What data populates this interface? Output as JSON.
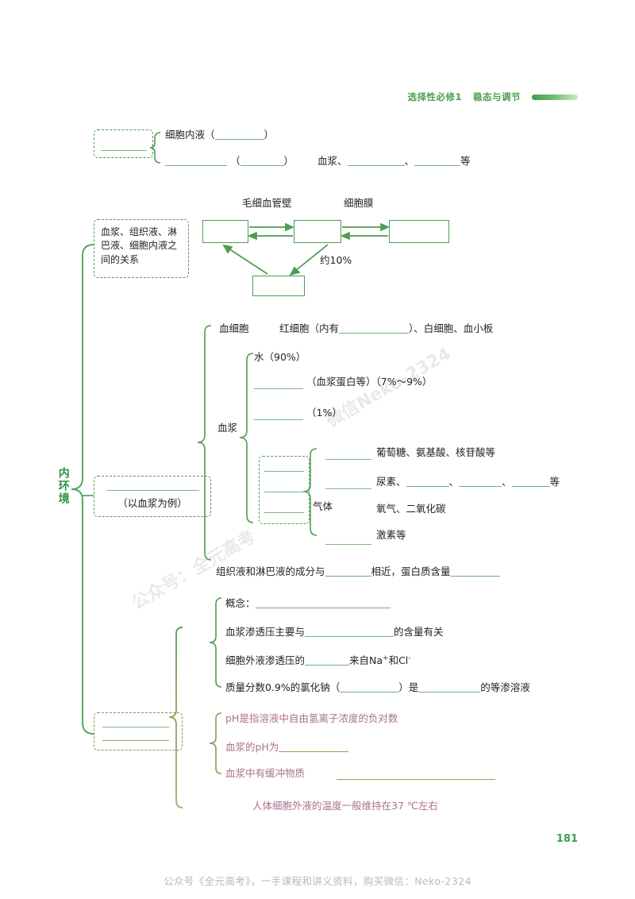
{
  "header": {
    "course": "选择性必修1",
    "unit": "稳态与调节"
  },
  "page_number": "181",
  "footer": "公众号《全元高考》，一手课程和讲义资料，购买微信：Neko-2324",
  "watermarks": [
    "微信Neko-2324",
    "公众号：全元高考"
  ],
  "root_label": "内环境",
  "section1": {
    "box_note": "",
    "line1_prefix": "细胞内液（",
    "line1_suffix": "）",
    "line2_mid_open": "（",
    "line2_mid_close": "）",
    "line2_items_prefix": "血浆、",
    "line2_sep": "、",
    "line2_suffix": "等"
  },
  "section2": {
    "label": "血浆、组织液、淋巴液、细胞内液之间的关系",
    "cap_wall": "毛细血管壁",
    "cell_membrane": "细胞膜",
    "percent": "约10%",
    "boxes": [
      "",
      "",
      "",
      ""
    ]
  },
  "section3": {
    "label": "（以血浆为例）",
    "blood_cells_label": "血细胞",
    "blood_cells_text_a": "红细胞（内有",
    "blood_cells_text_b": "）、白细胞、血小板",
    "plasma_label": "血浆",
    "water": "水（90%）",
    "protein_note": "（血浆蛋白等）（7%～9%）",
    "other_note": "（1%）",
    "comp1": "葡萄糖、氨基酸、核苷酸等",
    "comp2_prefix": "尿素、",
    "comp2_sep": "、",
    "comp2_suffix": "等",
    "gas_label": "气体",
    "gas_text": "氧气、二氧化碳",
    "hormone": "激素等",
    "compare_a": "组织液和淋巴液的成分与",
    "compare_b": "相近，蛋白质含量"
  },
  "section4": {
    "concept_label": "概念：",
    "osmotic_a": "血浆渗透压主要与",
    "osmotic_b": "的含量有关",
    "extracell_a": "细胞外液渗透压的",
    "extracell_b": "来自Na",
    "extracell_b_sup": "+",
    "extracell_c": "和Cl",
    "extracell_c_sup": "-",
    "saline_a": "质量分数0.9%的氯化钠（",
    "saline_b": "）是",
    "saline_c": "的等渗溶液",
    "ph_def": "pH是指溶液中自由氢离子浓度的负对数",
    "ph_plasma": "血浆的pH为",
    "ph_buffer": "血浆中有缓冲物质",
    "temperature": "人体细胞外液的温度一般维持在37 ℃左右"
  },
  "colors": {
    "green": "#4f9c52",
    "light_green": "#7cb87c",
    "olive": "#a39b5b",
    "ph_text": "#a9708f",
    "header_green": "#4a9e51"
  }
}
